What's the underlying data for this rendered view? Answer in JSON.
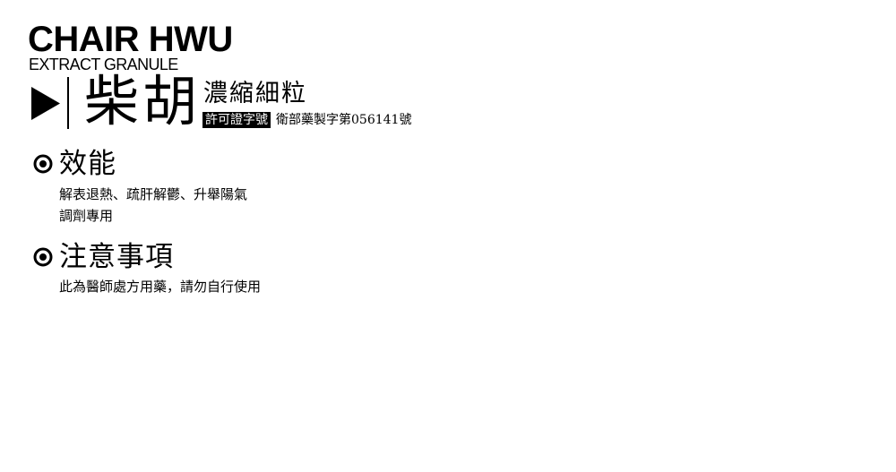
{
  "brand": {
    "name": "CHAIR HWU",
    "subtitle": "EXTRACT GRANULE"
  },
  "product": {
    "name": "柴胡",
    "type": "濃縮細粒",
    "license_label": "許可證字號",
    "license_number": "衛部藥製字第056141號"
  },
  "sections": {
    "efficacy": {
      "title": "效能",
      "lines": [
        "解表退熱、疏肝解鬱、升舉陽氣",
        "調劑專用"
      ]
    },
    "precautions": {
      "title": "注意事項",
      "lines": [
        "此為醫師處方用藥，請勿自行使用"
      ]
    }
  },
  "icons": {
    "heading_marker": "play-icon",
    "section_marker": "target-icon"
  },
  "colors": {
    "text": "#000000",
    "background": "#ffffff",
    "badge_text": "#ffffff"
  }
}
